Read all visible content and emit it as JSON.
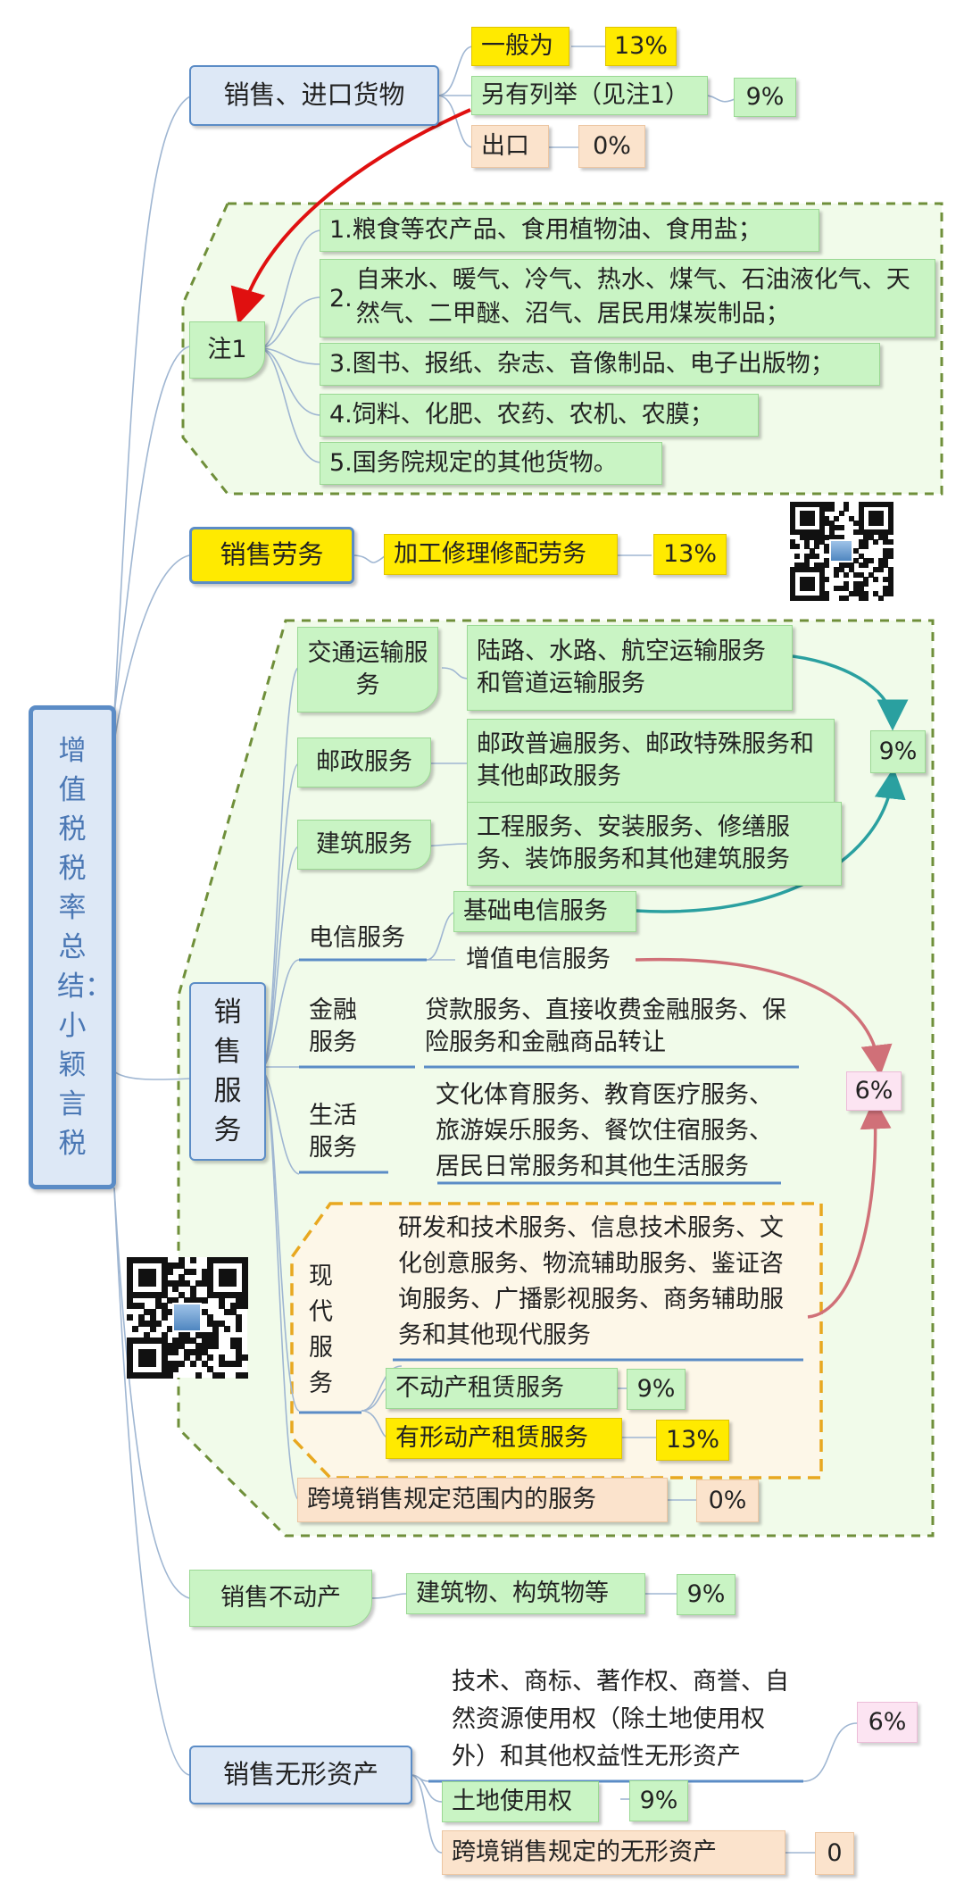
{
  "root": {
    "title": "增值税税率总结：小颖言税"
  },
  "goods": {
    "label": "销售、进口货物",
    "general_label": "一般为",
    "general_rate": "13%",
    "listed_label": "另有列举（见注1）",
    "listed_rate": "9%",
    "export_label": "出口",
    "export_rate": "0%"
  },
  "note1": {
    "label": "注1",
    "items": [
      "1.粮食等农产品、食用植物油、食用盐；",
      "2.",
      "自来水、暖气、冷气、热水、煤气、石油液化气、天然气、二甲醚、沼气、居民用煤炭制品；",
      "3.图书、报纸、杂志、音像制品、电子出版物；",
      "4.饲料、化肥、农药、农机、农膜；",
      "5.国务院规定的其他货物。"
    ]
  },
  "labor": {
    "label": "销售劳务",
    "item": "加工修理修配劳务",
    "rate": "13%"
  },
  "services": {
    "label": "销售服务",
    "transport": {
      "label": "交通运输服务",
      "detail": "陆路、水路、航空运输服务和管道运输服务"
    },
    "postal": {
      "label": "邮政服务",
      "detail": "邮政普遍服务、邮政特殊服务和其他邮政服务"
    },
    "construction": {
      "label": "建筑服务",
      "detail": "工程服务、安装服务、修缮服务、装饰服务和其他建筑服务"
    },
    "telecom": {
      "label": "电信服务",
      "basic": "基础电信服务",
      "value_added": "增值电信服务"
    },
    "rate_9": "9%",
    "finance": {
      "label": "金融服务",
      "detail": "贷款服务、直接收费金融服务、保险服务和金融商品转让"
    },
    "life": {
      "label": "生活服务",
      "detail": "文化体育服务、教育医疗服务、旅游娱乐服务、餐饮住宿服务、居民日常服务和其他生活服务"
    },
    "rate_6": "6%",
    "modern": {
      "label": "现代服务",
      "detail": "研发和技术服务、信息技术服务、文化创意服务、物流辅助服务、鉴证咨询服务、广播影视服务、商务辅助服务和其他现代服务",
      "realestate_lease": "不动产租赁服务",
      "realestate_lease_rate": "9%",
      "tangible_lease": "有形动产租赁服务",
      "tangible_lease_rate": "13%"
    },
    "crossborder": "跨境销售规定范围内的服务",
    "crossborder_rate": "0%"
  },
  "realestate": {
    "label": "销售不动产",
    "item": "建筑物、构筑物等",
    "rate": "9%"
  },
  "intangible": {
    "label": "销售无形资产",
    "detail": "技术、商标、著作权、商誉、自然资源使用权（除土地使用权外）和其他权益性无形资产",
    "rate": "6%",
    "land": "土地使用权",
    "land_rate": "9%",
    "crossborder": "跨境销售规定的无形资产",
    "crossborder_rate": "0"
  },
  "colors": {
    "green_node": "#c9f4c4",
    "yellow_node": "#ffea00",
    "peach_node": "#fbe3cc",
    "pink_node": "#fce4f2",
    "blue_node": "#dde8f6",
    "blue_border": "#5b8cc6",
    "group_border": "#6f8f3a",
    "modern_border": "#e8a820",
    "arrow_red": "#e01010",
    "arrow_teal": "#2aa0a0",
    "arrow_rose": "#d07078"
  },
  "icons": [
    "qr-code-icon"
  ]
}
